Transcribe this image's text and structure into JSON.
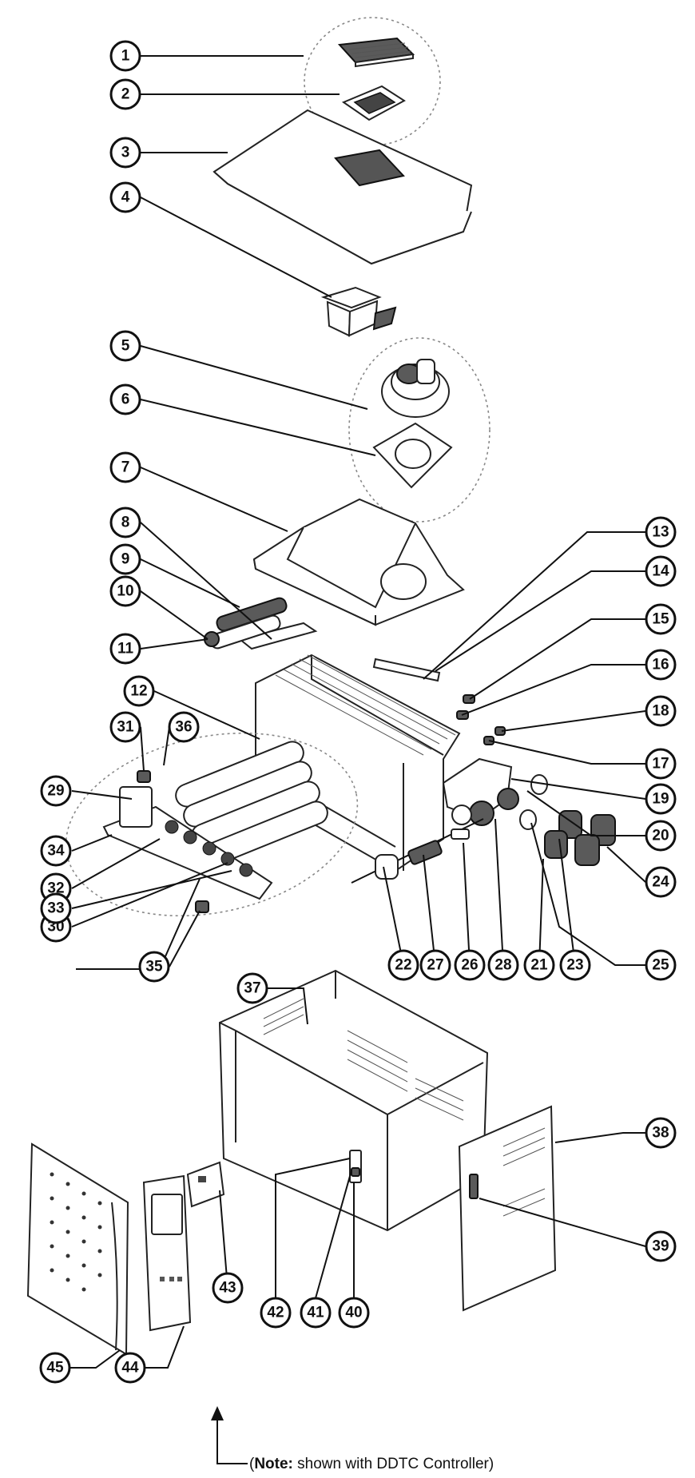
{
  "callouts": [
    "1",
    "2",
    "3",
    "4",
    "5",
    "6",
    "7",
    "8",
    "9",
    "10",
    "11",
    "12",
    "13",
    "14",
    "15",
    "16",
    "17",
    "18",
    "19",
    "20",
    "21",
    "22",
    "23",
    "24",
    "25",
    "26",
    "27",
    "28",
    "29",
    "30",
    "31",
    "32",
    "33",
    "34",
    "35",
    "36",
    "37",
    "38",
    "39",
    "40",
    "41",
    "42",
    "43",
    "44",
    "45"
  ],
  "note": {
    "prefix": "(",
    "bold": "Note:",
    "text": " shown with DDTC Controller)"
  },
  "colors": {
    "line": "#222222",
    "background": "#ffffff",
    "fill_dark": "#5a5a5a"
  }
}
